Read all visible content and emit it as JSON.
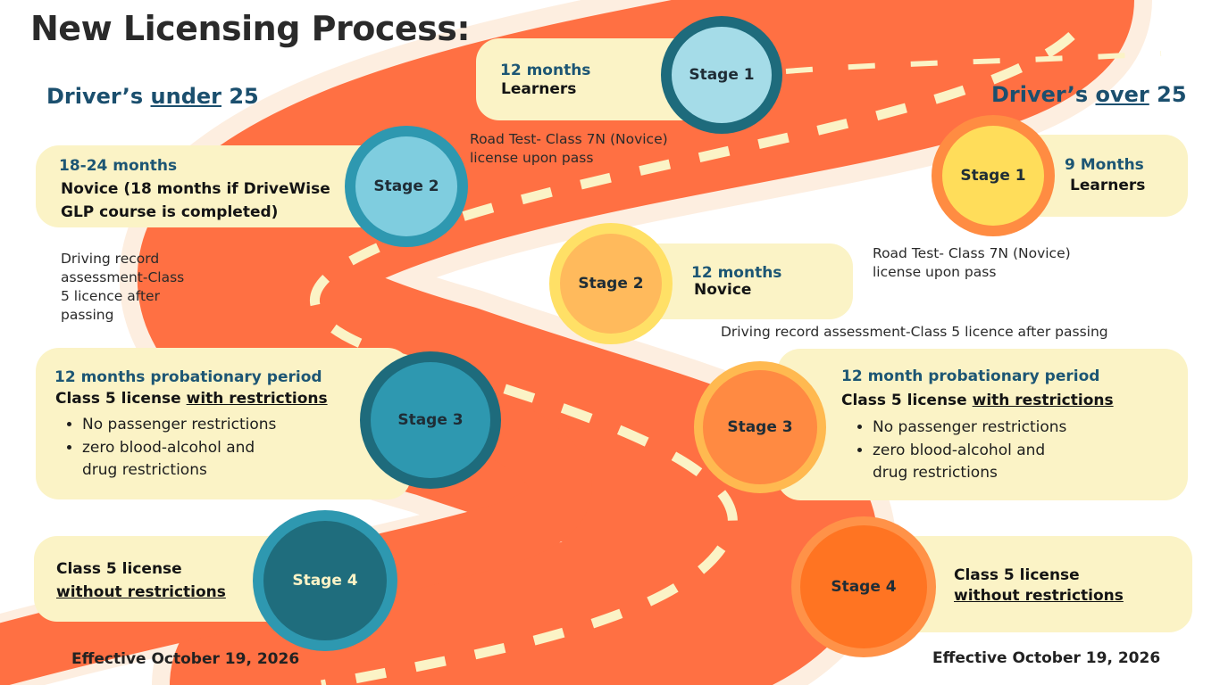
{
  "title": "New Licensing Process:",
  "under": {
    "pre": "Driver’s ",
    "word": "under",
    "post": " 25"
  },
  "over": {
    "pre": "Driver’s ",
    "word": "over",
    "post": " 25"
  },
  "colors": {
    "road": "#ff7043",
    "card": "#fbf3c6",
    "heading": "#1b4f6e"
  },
  "under25": {
    "stage1": {
      "circle": "Stage 1",
      "duration": "12 months",
      "license": "Learners"
    },
    "test1": [
      "Road Test- Class 7N (Novice)",
      "license upon pass"
    ],
    "stage2": {
      "circle": "Stage 2",
      "duration": "18-24 months",
      "license_line1": "Novice (18 months if DriveWise",
      "license_line2": "GLP course is completed)"
    },
    "test2": [
      "Driving record",
      "assessment-Class",
      "5 licence after",
      "passing"
    ],
    "stage3": {
      "circle": "Stage 3",
      "duration": "12 months probationary period",
      "license_pre": "Class 5 license ",
      "license_u": "with restrictions",
      "restrictions": [
        "No passenger restrictions",
        "zero blood-alcohol and",
        "drug restrictions"
      ]
    },
    "stage4": {
      "circle": "Stage 4",
      "line1": "Class 5 license",
      "line2": "without restrictions"
    },
    "effective": "Effective October 19, 2026"
  },
  "over25": {
    "stage1": {
      "circle": "Stage 1",
      "duration": "9 Months",
      "license": "Learners"
    },
    "test1": [
      "Road Test- Class 7N (Novice)",
      "license upon pass"
    ],
    "stage2": {
      "circle": "Stage 2",
      "duration": "12 months",
      "license": "Novice"
    },
    "test2": "Driving record assessment-Class 5 licence after passing",
    "stage3": {
      "circle": "Stage 3",
      "duration": "12 month probationary period",
      "license_pre": "Class 5 license ",
      "license_u": "with restrictions",
      "restrictions": [
        "No passenger restrictions",
        "zero blood-alcohol and",
        "drug restrictions"
      ]
    },
    "stage4": {
      "circle": "Stage 4",
      "line1": "Class 5 license",
      "line2": "without restrictions"
    },
    "effective": "Effective October 19, 2026"
  }
}
